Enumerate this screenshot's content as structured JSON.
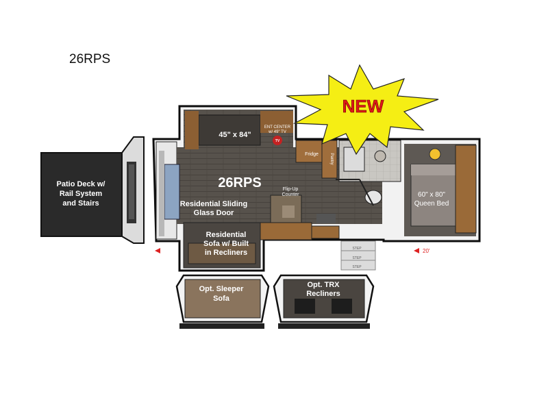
{
  "page": {
    "title": "26RPS"
  },
  "badge": {
    "text": "NEW"
  },
  "rooms": {
    "model_label": "26RPS",
    "patio": [
      "Patio Deck w/",
      "Rail System",
      "and Stairs"
    ],
    "glass_door": [
      "Residential Sliding",
      "Glass Door"
    ],
    "sofa": [
      "Residential",
      "Sofa w/ Built",
      "in Recliners"
    ],
    "slide_bed": "45\" x 84\"",
    "ent_center": [
      "ENT CENTER",
      "w/ 49\" TV"
    ],
    "tv_tag": "TV",
    "fridge": "Fridge",
    "pantry": "Pantry",
    "flip_up": [
      "Flip-Up",
      "Counter"
    ],
    "queen_bed": [
      "60\" x 80\"",
      "Queen Bed"
    ],
    "step": "STEP",
    "length_mark": "20'",
    "opt_sleeper": [
      "Opt. Sleeper",
      "Sofa"
    ],
    "opt_trx": [
      "Opt. TRX",
      "Recliners"
    ]
  },
  "colors": {
    "badge_fill": "#f5ee14",
    "badge_text": "#e01818",
    "wall": "#1a1a1a",
    "floor": "#55504a",
    "wood": "#9a6a38",
    "patio": "#2b2b2b"
  }
}
